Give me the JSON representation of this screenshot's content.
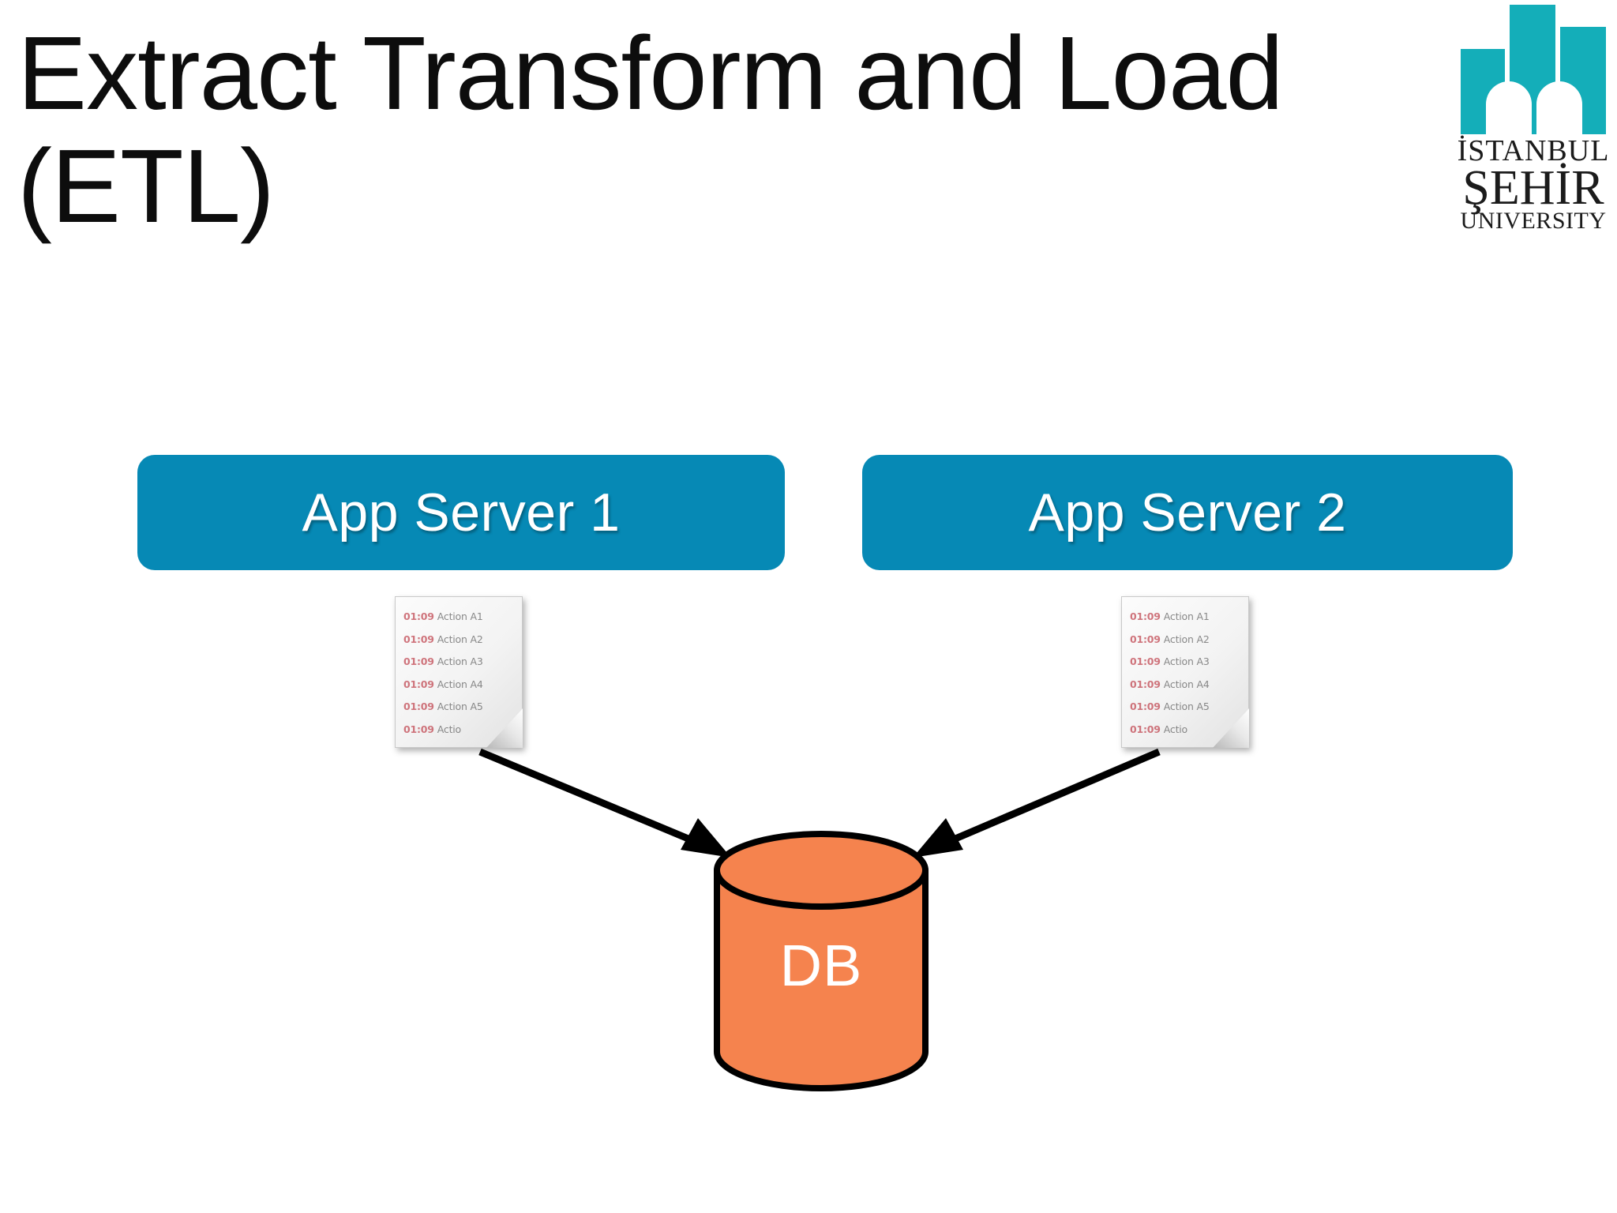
{
  "slide": {
    "title": "Extract Transform and Load (ETL)",
    "background_color": "#ffffff"
  },
  "logo": {
    "name": "istanbul-sehir-university-logo",
    "line1": "İSTANBUL",
    "line2": "ŞEHİR",
    "line3": "UNIVERSITY",
    "mark_color": "#14aeb9",
    "text_color": "#1b1b1b"
  },
  "diagram": {
    "type": "flow",
    "accent_color": "#0689b5",
    "db_color": "#f5834e",
    "arrow_color": "#000000",
    "servers": [
      {
        "label": "App Server 1"
      },
      {
        "label": "App Server 2"
      }
    ],
    "log_files": [
      {
        "name": "log-file-app-server-1",
        "lines": [
          {
            "time": "01:09",
            "action": "Action A1"
          },
          {
            "time": "01:09",
            "action": "Action A2"
          },
          {
            "time": "01:09",
            "action": "Action A3"
          },
          {
            "time": "01:09",
            "action": "Action A4"
          },
          {
            "time": "01:09",
            "action": "Action A5"
          },
          {
            "time": "01:09",
            "action": "Actio"
          }
        ]
      },
      {
        "name": "log-file-app-server-2",
        "lines": [
          {
            "time": "01:09",
            "action": "Action A1"
          },
          {
            "time": "01:09",
            "action": "Action A2"
          },
          {
            "time": "01:09",
            "action": "Action A3"
          },
          {
            "time": "01:09",
            "action": "Action A4"
          },
          {
            "time": "01:09",
            "action": "Action A5"
          },
          {
            "time": "01:09",
            "action": "Actio"
          }
        ]
      }
    ],
    "database": {
      "label": "DB"
    },
    "arrows": [
      {
        "from": "log-file-app-server-1",
        "to": "database"
      },
      {
        "from": "log-file-app-server-2",
        "to": "database"
      }
    ]
  }
}
